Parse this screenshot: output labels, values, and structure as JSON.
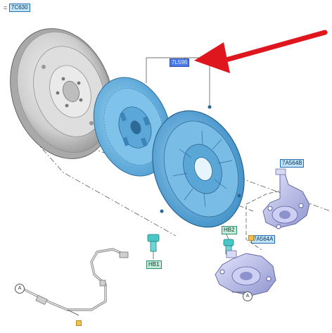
{
  "callouts": {
    "flywheel": "7C630",
    "clutch_kit": "7L596",
    "slave_cylinder_upper": "7A564B",
    "slave_cylinder_lower": "7A564A",
    "bolt_upper": "HB2",
    "bolt_lower": "HB1"
  },
  "connector_markers": {
    "left_hose_end": "A",
    "slave_cylinder_end": "A"
  },
  "colors": {
    "arrow": "#e0161f",
    "part_blue": "#6bb7e6",
    "part_grey": "#c9c9c9",
    "part_purple": "#b9bde8",
    "label_fill": "#bfe3f7",
    "selected_label_fill": "#4a7be8"
  }
}
